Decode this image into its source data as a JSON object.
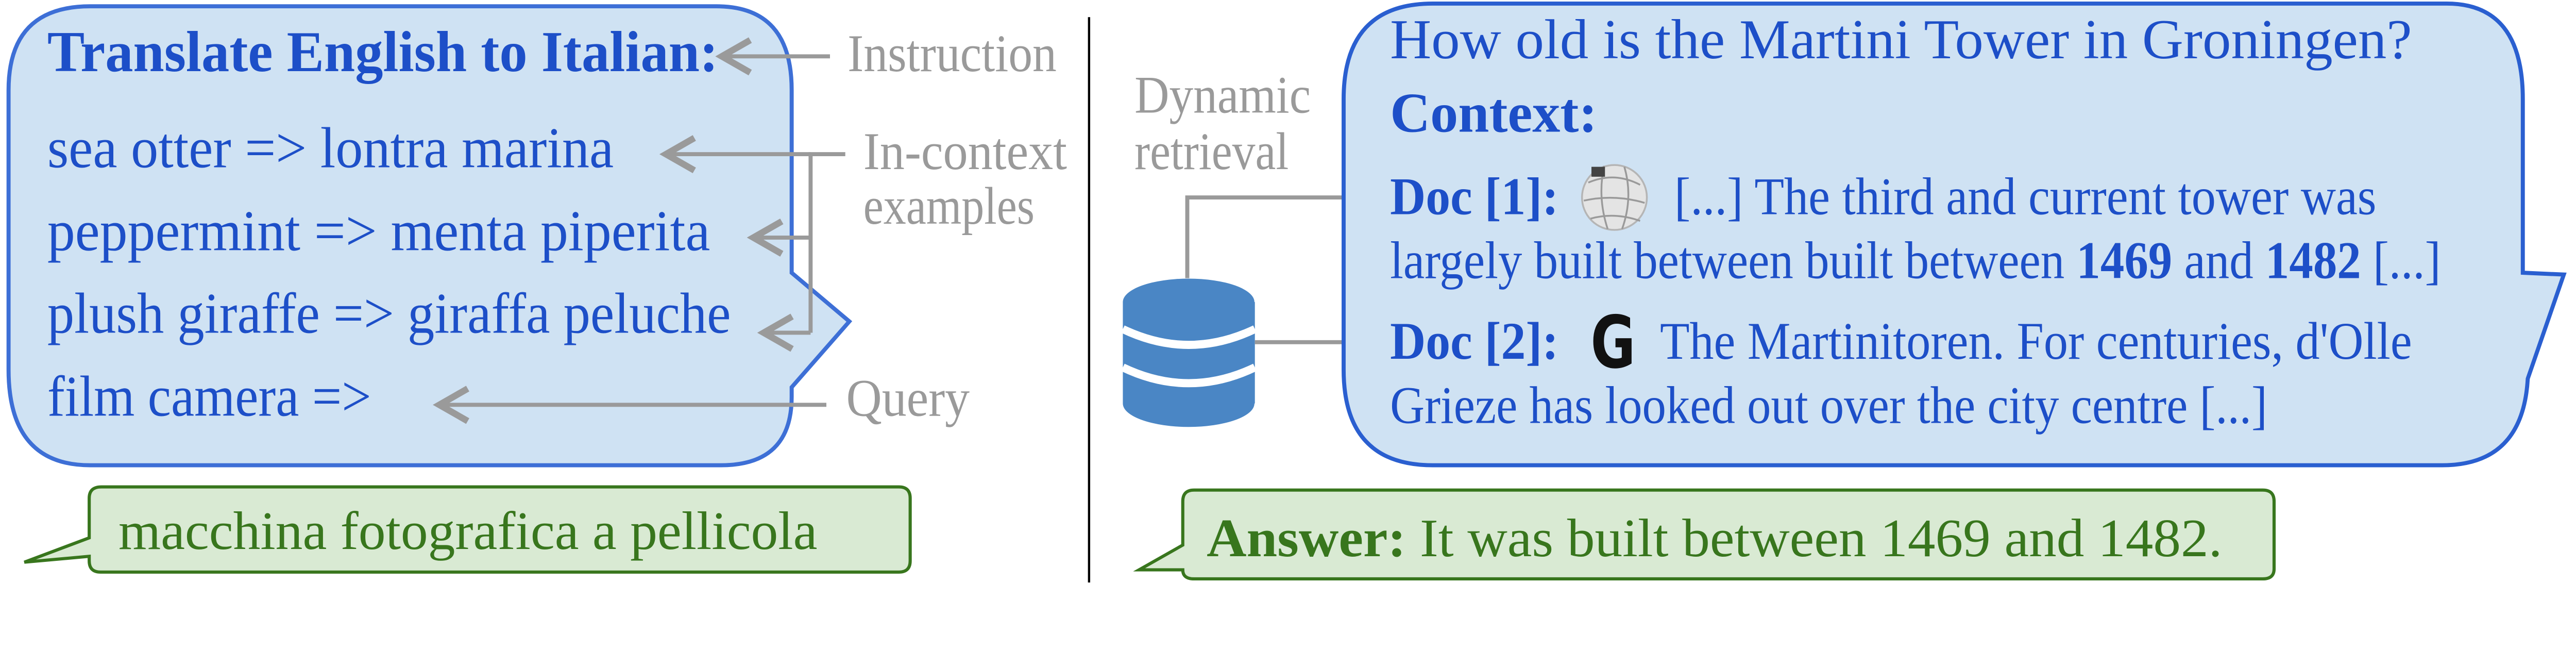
{
  "colors": {
    "prompt_bubble_fill": "#cfe2f3",
    "prompt_bubble_border": "#3d6fd6",
    "prompt_text": "#1d4fc8",
    "answer_bubble_fill": "#d9ead3",
    "answer_text": "#38761d",
    "annotation": "#9a9a9a",
    "database": "#4a86c5"
  },
  "left": {
    "instruction": "Translate English to Italian:",
    "examples": [
      "sea otter => lontra marina",
      "peppermint => menta piperita",
      "plush giraffe => giraffa peluche"
    ],
    "query": "film camera =>",
    "labels": {
      "instruction": "Instruction",
      "in_context_1": "In-context",
      "in_context_2": "examples",
      "query": "Query"
    },
    "answer": "macchina fotografica a pellicola"
  },
  "right": {
    "question": "How old is the Martini Tower in Groningen?",
    "context_label": "Context:",
    "retrieval_label_1": "Dynamic",
    "retrieval_label_2": "retrieval",
    "docs": [
      {
        "label": "Doc [1]:",
        "icon": "wikipedia-globe-icon",
        "line1": "[...] The third and current tower was",
        "line2_a": "largely built between built between ",
        "line2_b": "1469",
        "line2_c": " and ",
        "line2_d": "1482",
        "line2_e": " [...]"
      },
      {
        "label": "Doc [2]:",
        "icon": "google-g-icon",
        "icon_letter": "G",
        "line1": "The Martinitoren. For centuries, d'Olle",
        "line2": "Grieze has looked out over the city centre [...]"
      }
    ],
    "answer_label": "Answer:",
    "answer": " It was built between 1469 and 1482."
  }
}
